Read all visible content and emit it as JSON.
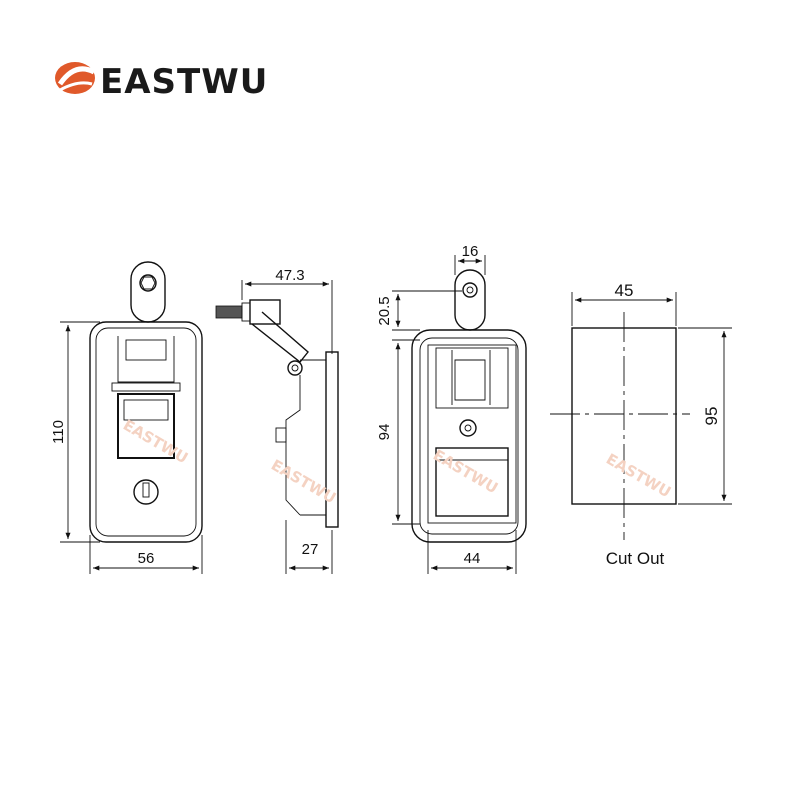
{
  "brand": {
    "name": "EASTWU",
    "accent_color": "#e0592a",
    "icon": "eastwu-logo-icon"
  },
  "watermark": "EASTWU",
  "views": {
    "front": {
      "height": "110",
      "width": "56"
    },
    "side": {
      "depth_top": "47.3",
      "depth_bottom": "27"
    },
    "back": {
      "pin_width": "16",
      "pin_height": "20.5",
      "height": "94",
      "width": "44"
    },
    "cutout": {
      "width": "45",
      "height": "95",
      "caption": "Cut Out"
    }
  }
}
